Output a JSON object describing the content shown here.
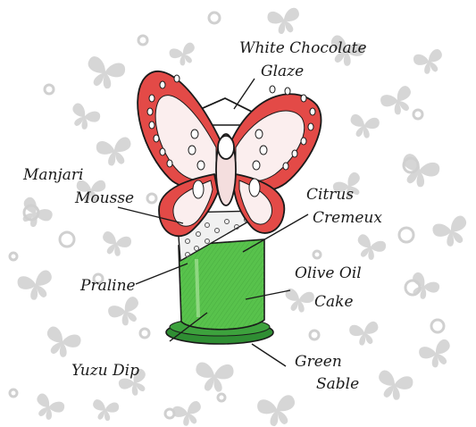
{
  "labels": {
    "white_chocolate": "White Chocolate",
    "glaze": "Glaze",
    "manjari": "Manjari",
    "mousse": "Mousse",
    "citrus": "Citrus",
    "cremeux": "Cremeux",
    "praline": "Praline",
    "olive_oil": "Olive Oil",
    "cake": "Cake",
    "yuzu_dip": "Yuzu Dip",
    "green": "Green",
    "sable": "Sable"
  },
  "colors": {
    "wing_red": "#e34a47",
    "wing_white": "#fbeeee",
    "cake_green": "#58c24c",
    "sable_green": "#2f8e33",
    "background_butterflies": "#d6d6d6",
    "outline": "#1a1a1a"
  }
}
